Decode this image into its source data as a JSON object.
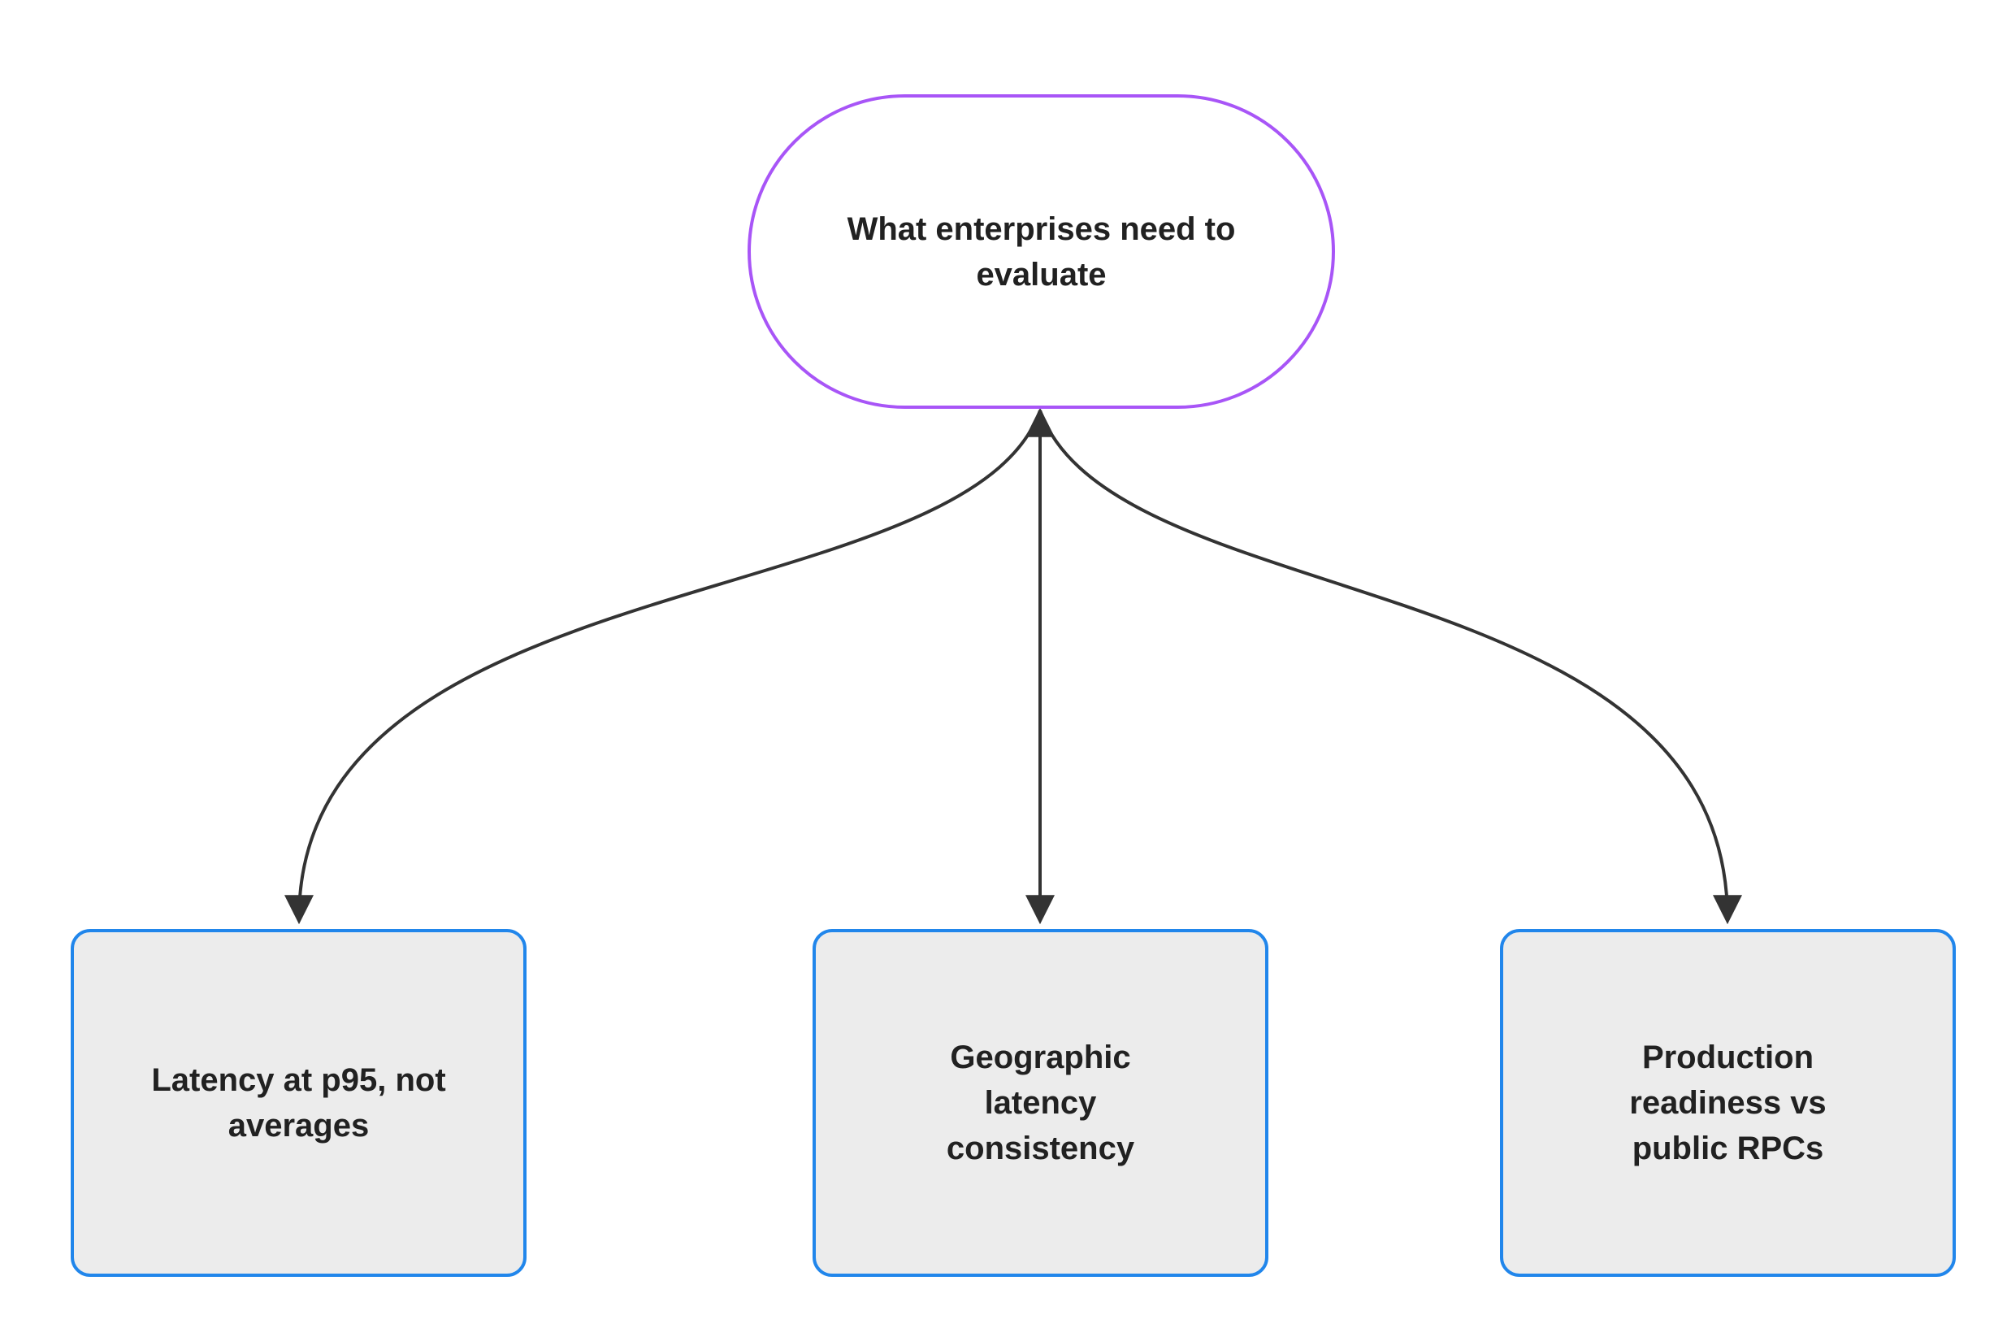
{
  "diagram": {
    "root": {
      "id": "root",
      "label": "What enterprises need to\nevaluate"
    },
    "children": [
      {
        "id": "latency",
        "label": "Latency at p95, not\naverages"
      },
      {
        "id": "geographic",
        "label": "Geographic\nlatency\nconsistency"
      },
      {
        "id": "production",
        "label": "Production\nreadiness vs\npublic RPCs"
      }
    ],
    "edges": [
      {
        "from": "root",
        "to": "latency",
        "arrow": "both"
      },
      {
        "from": "root",
        "to": "geographic",
        "arrow": "both"
      },
      {
        "from": "root",
        "to": "production",
        "arrow": "both"
      }
    ],
    "colors": {
      "root_border": "#a855f7",
      "root_fill": "#ffffff",
      "child_border": "#2186eb",
      "child_fill": "#ececec",
      "edge": "#333333",
      "text": "#212121",
      "background": "#ffffff"
    }
  }
}
